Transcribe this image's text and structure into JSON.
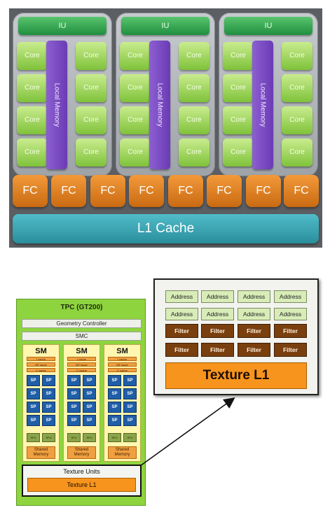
{
  "top_diagram": {
    "clusters": [
      {
        "iu": "IU",
        "local_memory": "Local Memory",
        "cores": [
          "Core",
          "Core",
          "Core",
          "Core",
          "Core",
          "Core",
          "Core",
          "Core"
        ]
      },
      {
        "iu": "IU",
        "local_memory": "Local Memory",
        "cores": [
          "Core",
          "Core",
          "Core",
          "Core",
          "Core",
          "Core",
          "Core",
          "Core"
        ]
      },
      {
        "iu": "IU",
        "local_memory": "Local Memory",
        "cores": [
          "Core",
          "Core",
          "Core",
          "Core",
          "Core",
          "Core",
          "Core",
          "Core"
        ]
      }
    ],
    "fc_units": [
      "FC",
      "FC",
      "FC",
      "FC",
      "FC",
      "FC",
      "FC",
      "FC"
    ],
    "l1_cache": "L1 Cache",
    "colors": {
      "iu": "#2fa34d",
      "core": "#9fd65b",
      "local_memory": "#7a4cc2",
      "fc": "#e07f1f",
      "l1": "#3aa6b4",
      "background": "#5b5e62"
    }
  },
  "tpc": {
    "title": "TPC (GT200)",
    "geometry_controller": "Geometry Controller",
    "smc": "SMC",
    "sms": [
      {
        "title": "SM",
        "icache": "I cache",
        "mt_issue": "MT Issue",
        "ccache": "C cache",
        "sp": [
          "SP",
          "SP",
          "SP",
          "SP",
          "SP",
          "SP",
          "SP",
          "SP"
        ],
        "sfu": [
          "SFU",
          "SFU"
        ],
        "shared_memory": "Shared Memory"
      },
      {
        "title": "SM",
        "icache": "I cache",
        "mt_issue": "MT Issue",
        "ccache": "C cache",
        "sp": [
          "SP",
          "SP",
          "SP",
          "SP",
          "SP",
          "SP",
          "SP",
          "SP"
        ],
        "sfu": [
          "SFU",
          "SFU"
        ],
        "shared_memory": "Shared Memory"
      },
      {
        "title": "SM",
        "icache": "I cache",
        "mt_issue": "MT Issue",
        "ccache": "C cache",
        "sp": [
          "SP",
          "SP",
          "SP",
          "SP",
          "SP",
          "SP",
          "SP",
          "SP"
        ],
        "sfu": [
          "SFU",
          "SFU"
        ],
        "shared_memory": "Shared Memory"
      }
    ],
    "texture_units": "Texture Units",
    "texture_l1": "Texture L1",
    "colors": {
      "background": "#8ed43f",
      "sp": "#1f5ea8",
      "texture_l1": "#f7941d"
    }
  },
  "detail": {
    "address": [
      "Address",
      "Address",
      "Address",
      "Address",
      "Address",
      "Address",
      "Address",
      "Address"
    ],
    "filter": [
      "Filter",
      "Filter",
      "Filter",
      "Filter",
      "Filter",
      "Filter",
      "Filter",
      "Filter"
    ],
    "texture_l1": "Texture L1",
    "colors": {
      "address": "#d8ecb8",
      "filter": "#7a3f0f",
      "texture_l1": "#f7941d"
    }
  }
}
